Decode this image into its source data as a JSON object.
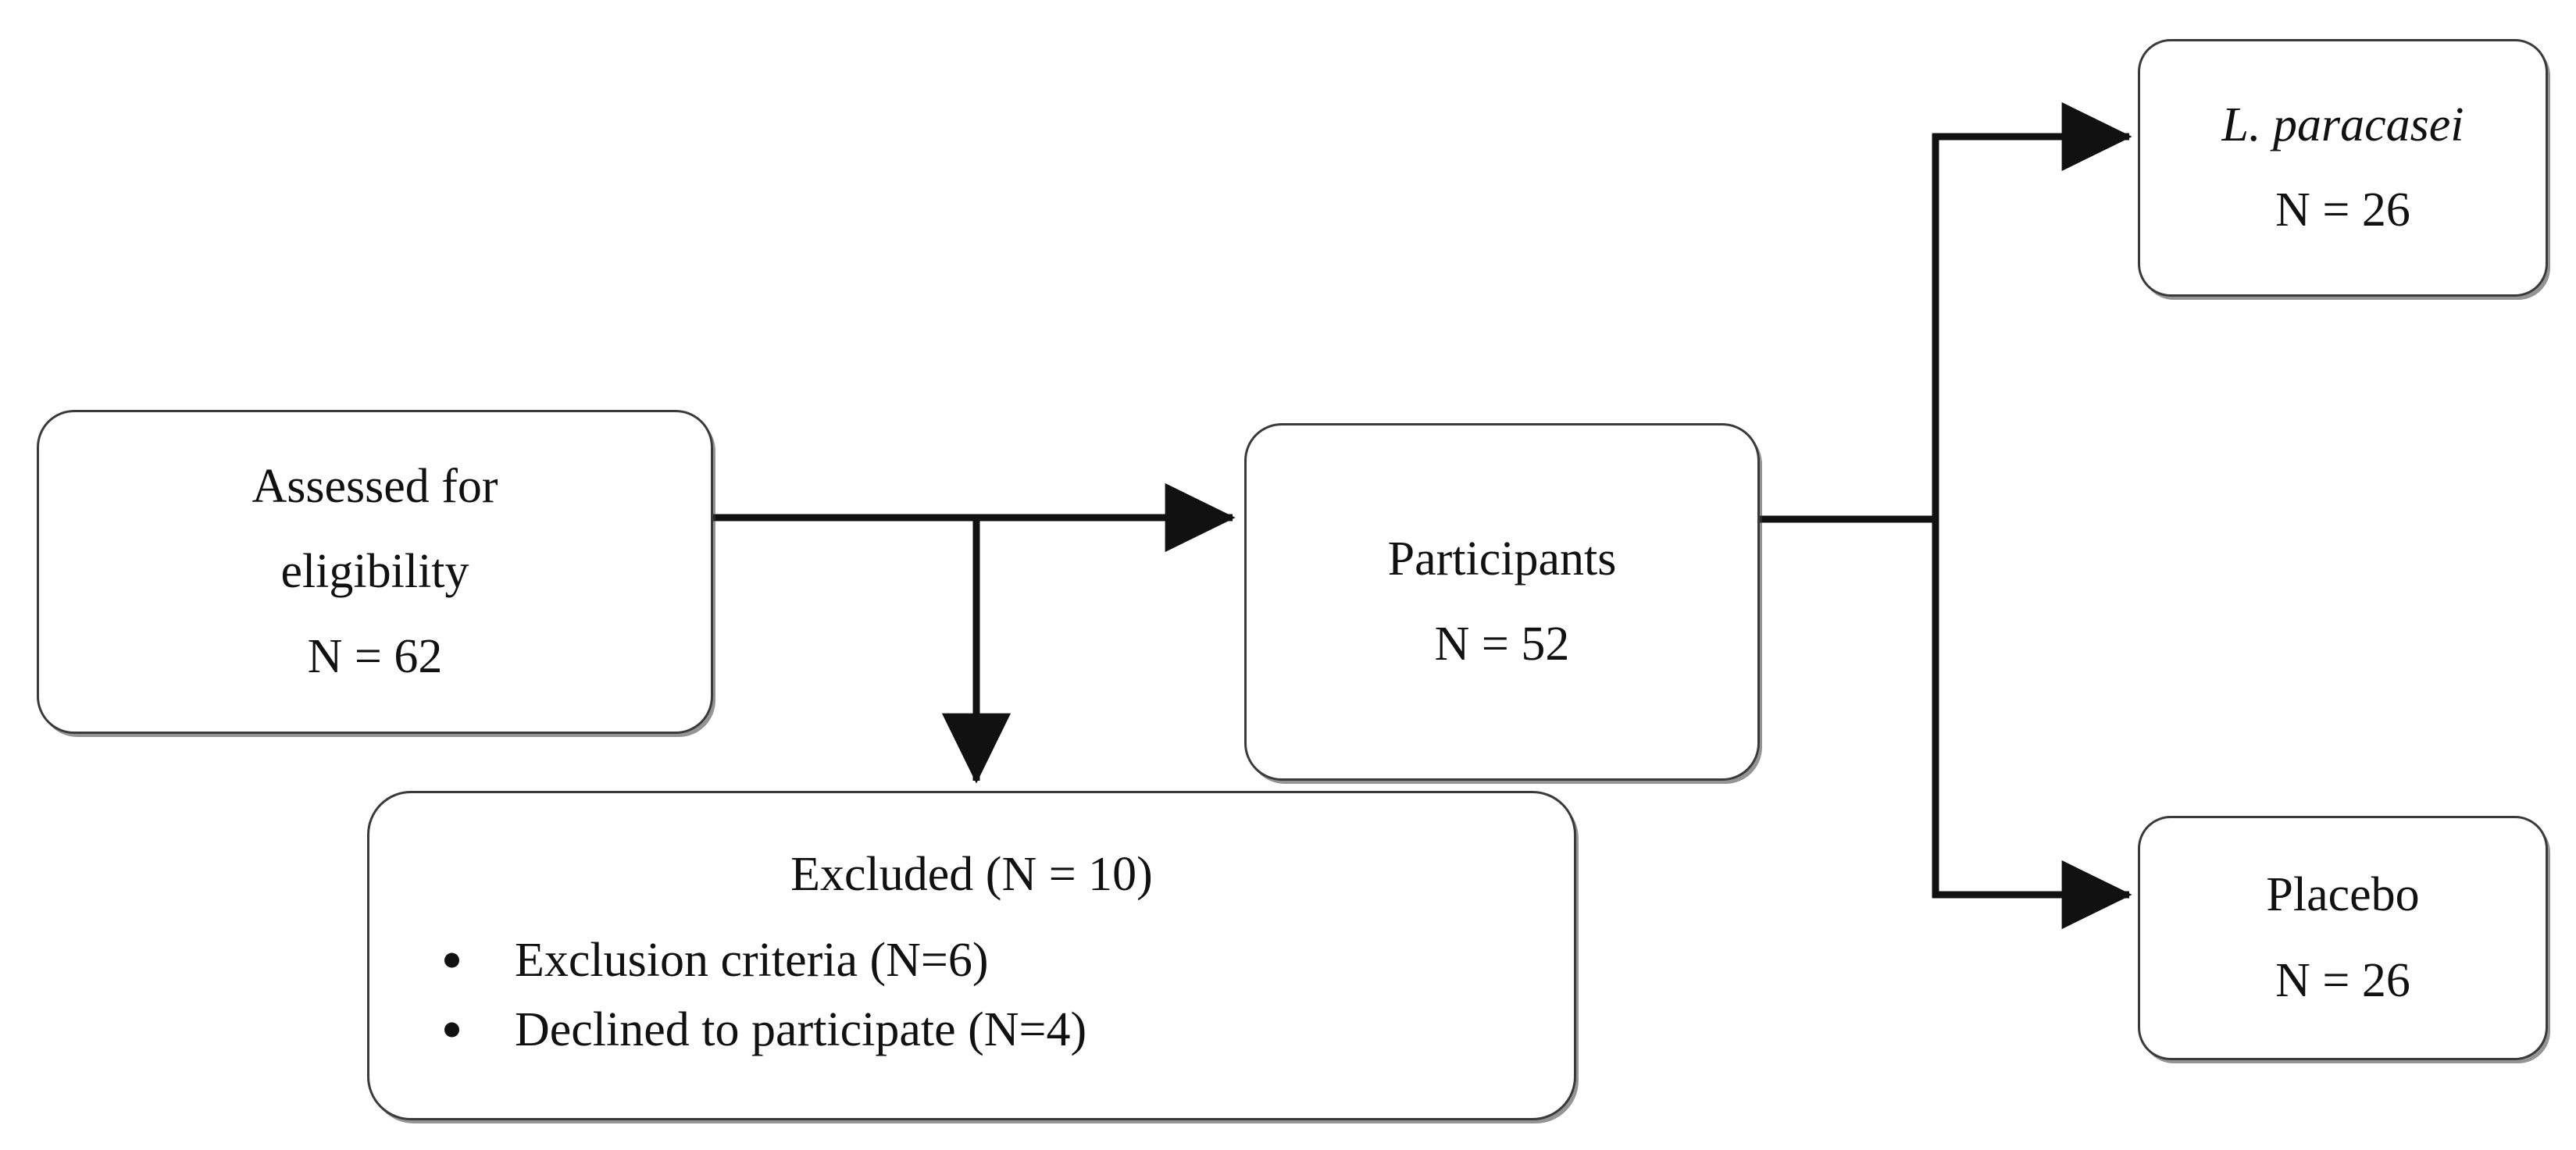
{
  "diagram": {
    "type": "participant-flow-chart",
    "nodes": {
      "assessed": {
        "line1": "Assessed for",
        "line2": "eligibility",
        "line3": "N = 62"
      },
      "participants": {
        "line1": "Participants",
        "line2": "N = 52"
      },
      "excluded": {
        "title": "Excluded (N = 10)",
        "items": [
          "Exclusion criteria (N=6)",
          "Declined to participate (N=4)"
        ]
      },
      "treatment": {
        "line1": "L. paracasei",
        "line2": "N = 26"
      },
      "placebo": {
        "line1": "Placebo",
        "line2": "N = 26"
      }
    },
    "colors": {
      "stroke": "#3a3a3a",
      "connector": "#111111",
      "text": "#111111",
      "background": "#ffffff"
    }
  }
}
